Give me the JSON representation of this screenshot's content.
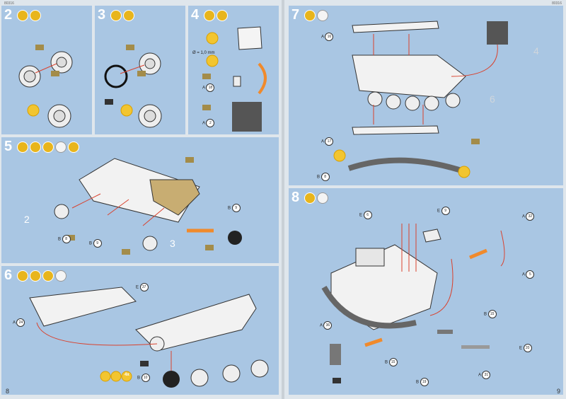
{
  "left_page": {
    "code": "80316",
    "page_number": "8",
    "steps": [
      {
        "number": "2"
      },
      {
        "number": "3"
      },
      {
        "number": "4",
        "drill_note": "Ø = 1,0 mm",
        "parts": [
          {
            "sprue": "A",
            "part": "18"
          },
          {
            "sprue": "A",
            "part": "2"
          }
        ]
      },
      {
        "number": "5",
        "callouts": [
          "2",
          "3"
        ],
        "parts": [
          {
            "sprue": "B",
            "part": "9"
          },
          {
            "sprue": "B",
            "part": "8"
          },
          {
            "sprue": "B",
            "part": "9"
          }
        ]
      },
      {
        "number": "6",
        "parts": [
          {
            "sprue": "E",
            "part": "37"
          },
          {
            "sprue": "A",
            "part": "24"
          },
          {
            "sprue": "B",
            "part": "10"
          }
        ],
        "count_badge": "4x"
      }
    ]
  },
  "right_page": {
    "code": "80316",
    "page_number": "9",
    "steps": [
      {
        "number": "7",
        "callouts": [
          "4",
          "6"
        ],
        "parts": [
          {
            "sprue": "A",
            "part": "16"
          },
          {
            "sprue": "A",
            "part": "17"
          },
          {
            "sprue": "B",
            "part": "8"
          }
        ]
      },
      {
        "number": "8",
        "parts": [
          {
            "sprue": "E",
            "part": "6"
          },
          {
            "sprue": "E",
            "part": "9"
          },
          {
            "sprue": "A",
            "part": "32"
          },
          {
            "sprue": "A",
            "part": "5"
          },
          {
            "sprue": "A",
            "part": "36"
          },
          {
            "sprue": "B",
            "part": "15"
          },
          {
            "sprue": "B",
            "part": "15"
          },
          {
            "sprue": "B",
            "part": "19"
          },
          {
            "sprue": "E",
            "part": "20"
          },
          {
            "sprue": "A",
            "part": "31"
          }
        ]
      }
    ]
  },
  "colors": {
    "panel": "#a9c6e3",
    "arrow": "#f08a2c",
    "accent": "#e8b51c",
    "guide": "#d9422e"
  }
}
